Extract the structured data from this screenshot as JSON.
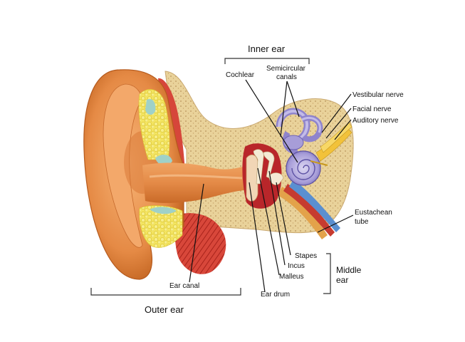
{
  "diagram": {
    "labels": {
      "inner_ear": "Inner ear",
      "cochlear": "Cochlear",
      "semicircular_line1": "Semicircular",
      "semicircular_line2": "canals",
      "vestibular_nerve": "Vestibular nerve",
      "facial_nerve": "Facial  nerve",
      "auditory_nerve": "Auditory nerve",
      "eustachean_line1": "Eustachean",
      "eustachean_line2": "tube",
      "stapes": "Stapes",
      "incus": "Incus",
      "malleus": "Malleus",
      "ear_drum": "Ear drum",
      "middle_ear_line1": "Middle",
      "middle_ear_line2": "ear",
      "ear_canal": "Ear canal",
      "outer_ear": "Outer ear"
    },
    "colors": {
      "skin": "#e8924a",
      "skin_dark": "#b85a1c",
      "skin_light": "#f6b77a",
      "bone": "#e9d29a",
      "bone_dot": "#b8935a",
      "fat": "#f1e24a",
      "fat_blob": "#e0c832",
      "cartilage": "#9fd1c8",
      "muscle": "#cf3b2e",
      "muscle_light": "#e87a66",
      "inner_ear": "#a9a0d8",
      "inner_ear_dark": "#6b5fb0",
      "nerve": "#f2c23a",
      "bracket": "#333333"
    }
  }
}
